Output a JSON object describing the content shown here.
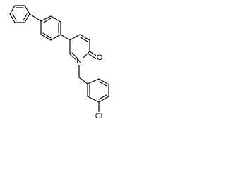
{
  "molecule": {
    "atom_labels": {
      "nitrogen": "N",
      "oxygen": "O",
      "chlorine": "Cl"
    },
    "line_color": "#000000",
    "background_color": "#ffffff"
  }
}
